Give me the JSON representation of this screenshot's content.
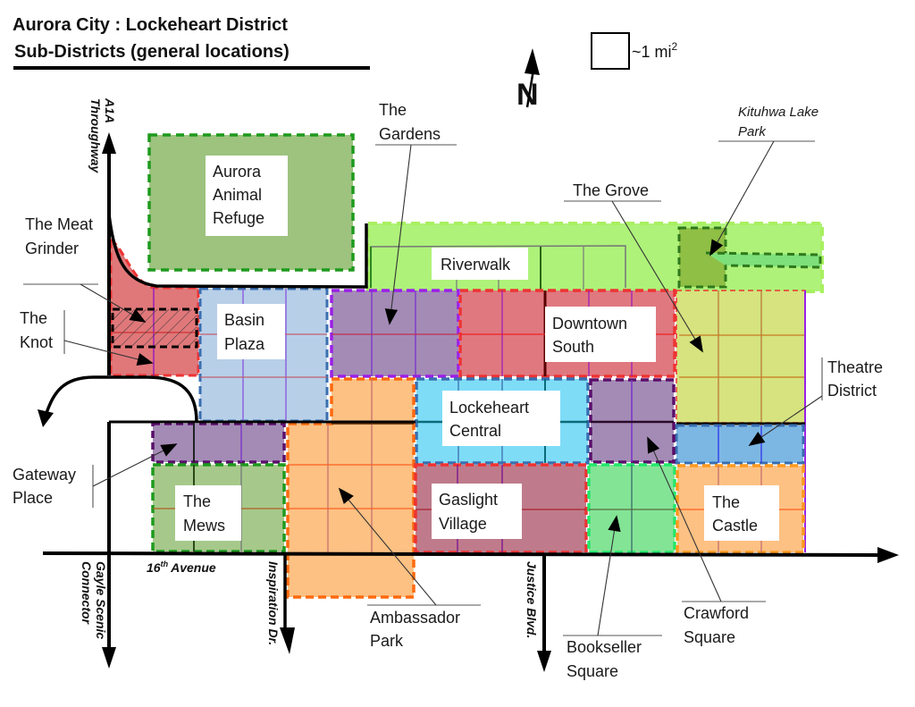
{
  "header": {
    "title_line1": "Aurora City : Lockeheart District",
    "title_line2": "Sub-Districts (general locations)"
  },
  "legend": {
    "scale_label": "~1 mi",
    "scale_superscript": "2",
    "north_label": "N"
  },
  "roads": {
    "a1a_line1": "A1A",
    "a1a_line2": "Throughway",
    "gayle_line1": "Gayle Scenic",
    "gayle_line2": "Connector",
    "sixteenth_number": "16",
    "sixteenth_sup": "th",
    "sixteenth_name": "Avenue",
    "inspiration": "Inspiration Dr.",
    "justice": "Justice Blvd."
  },
  "districts": {
    "animal_refuge": {
      "line1": "Aurora",
      "line2": "Animal",
      "line3": "Refuge",
      "fill": "#9dc37f",
      "border": "#1e9a1e"
    },
    "riverwalk": {
      "line1": "Riverwalk",
      "fill": "#aef27a",
      "border": "#8be84a"
    },
    "kituhwa": {
      "line1": "Kituhwa Lake",
      "line2": "Park",
      "fill": "#8fbf45",
      "border": "#2f7a1c"
    },
    "meat_grinder": {
      "line1": "The Meat",
      "line2": "Grinder",
      "fill": "#e0787a",
      "border": "#ee3333"
    },
    "the_knot": {
      "line1": "The",
      "line2": "Knot"
    },
    "basin_plaza": {
      "line1": "Basin",
      "line2": "Plaza",
      "fill": "#b8cfe8",
      "border": "#3a6fb0"
    },
    "the_gardens": {
      "line1": "The",
      "line2": "Gardens",
      "fill": "#a48bb6",
      "border": "#9b1fe8"
    },
    "downtown_south": {
      "line1": "Downtown",
      "line2": "South",
      "fill": "#e07880",
      "border": "#ee3333"
    },
    "the_grove": {
      "line1": "The Grove",
      "fill": "#d6e37e",
      "border": "#8be84a"
    },
    "theatre_district": {
      "line1": "Theatre",
      "line2": "District",
      "fill": "#7cb7e4",
      "border": "#3a6fb0"
    },
    "lockeheart_central": {
      "line1": "Lockeheart",
      "line2": "Central",
      "fill": "#7fdcf7",
      "border": "#3a6fb0"
    },
    "crawford_square": {
      "line1": "Crawford",
      "line2": "Square",
      "fill": "#a48bb6",
      "border": "#5a0f6a"
    },
    "gateway_place": {
      "line1": "Gateway",
      "line2": "Place",
      "fill": "#a48bb6",
      "border": "#5a0f6a"
    },
    "the_mews": {
      "line1": "The",
      "line2": "Mews",
      "fill": "#a6c98b",
      "border": "#1e9a1e"
    },
    "ambassador_park": {
      "line1": "Ambassador",
      "line2": "Park",
      "fill": "#fcc183",
      "border": "#ff6a0f"
    },
    "gaslight_village": {
      "line1": "Gaslight",
      "line2": "Village",
      "fill": "#bf7b8b",
      "border": "#ee3333"
    },
    "bookseller_square": {
      "line1": "Bookseller",
      "line2": "Square",
      "fill": "#83e496",
      "border": "#22e86a"
    },
    "the_castle": {
      "line1": "The",
      "line2": "Castle",
      "fill": "#fcc183",
      "border": "#ff9a1f"
    }
  }
}
